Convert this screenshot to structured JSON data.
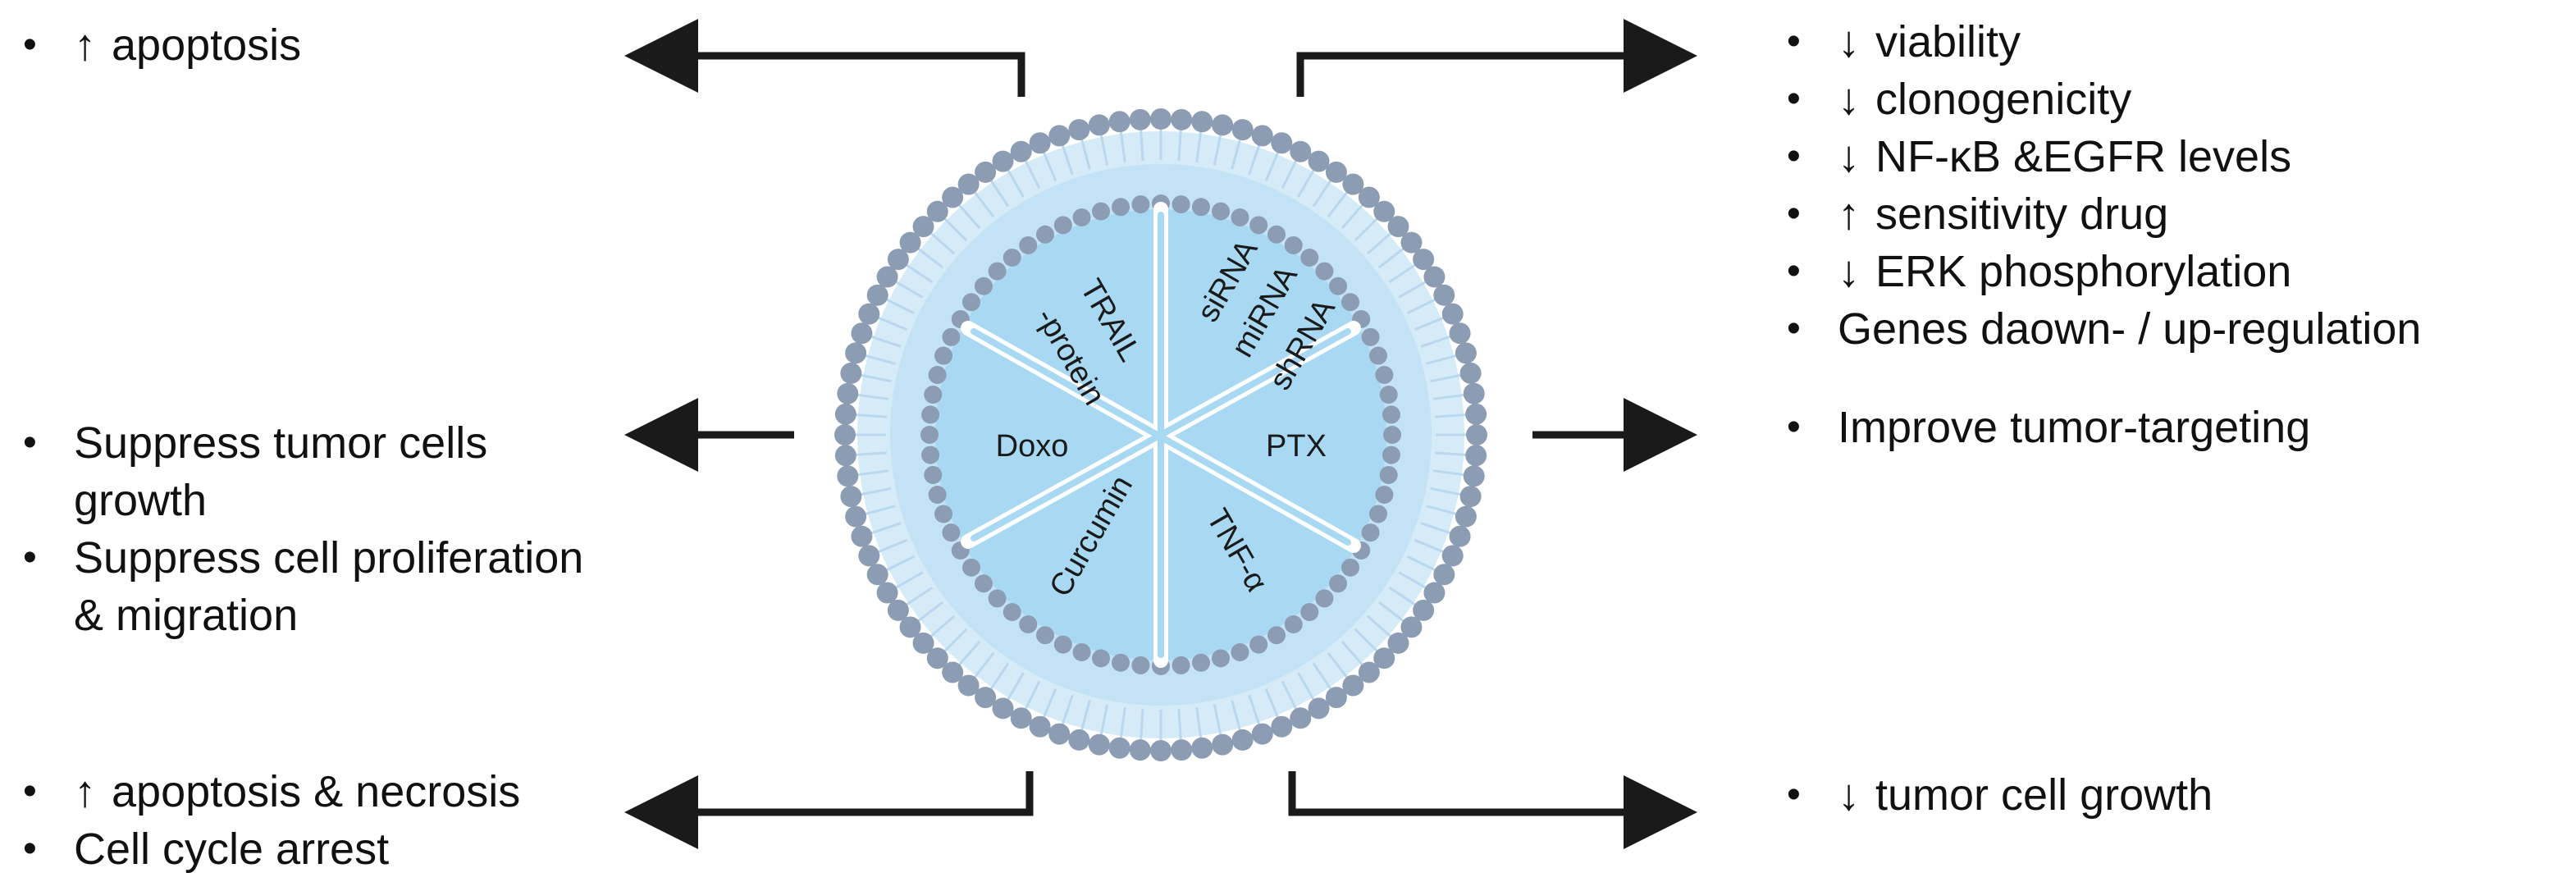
{
  "drugs": {
    "trail": "TRAIL",
    "protein": "-protein",
    "sirna": "siRNA",
    "mirna": "miRNA",
    "shrna": "shRNA",
    "doxo": "Doxo",
    "ptx": "PTX",
    "curcumin": "Curcumin",
    "tnf": "TNF-α"
  },
  "top_left": [
    {
      "symbol": "↑",
      "text": "apoptosis"
    }
  ],
  "top_right": [
    {
      "symbol": "↓",
      "text": "viability"
    },
    {
      "symbol": "↓",
      "text": "clonogenicity"
    },
    {
      "symbol": "↓",
      "text": "NF-κB &EGFR levels"
    },
    {
      "symbol": "↑",
      "text": "sensitivity drug"
    },
    {
      "symbol": "↓",
      "text": "ERK phosphorylation"
    },
    {
      "symbol": "",
      "text": "Genes daown- / up-regulation"
    }
  ],
  "mid_left": [
    {
      "line1": "Suppress tumor cells",
      "line2": "growth"
    },
    {
      "line1": "Suppress cell proliferation",
      "line2": "& migration"
    }
  ],
  "mid_right": [
    {
      "symbol": "",
      "text": "Improve tumor-targeting"
    }
  ],
  "bottom_left": [
    {
      "symbol": "↑",
      "text": "apoptosis & necrosis"
    },
    {
      "symbol": "",
      "text": "Cell cycle arrest"
    }
  ],
  "bottom_right": [
    {
      "symbol": "↓",
      "text": "tumor cell growth"
    }
  ],
  "colors": {
    "lipid_head": "#8c9db3",
    "lipid_tail": "#b9d7ee",
    "core": "#a8d8f0",
    "shell": "#cfe8f8",
    "arrow": "#1a1a1a"
  }
}
